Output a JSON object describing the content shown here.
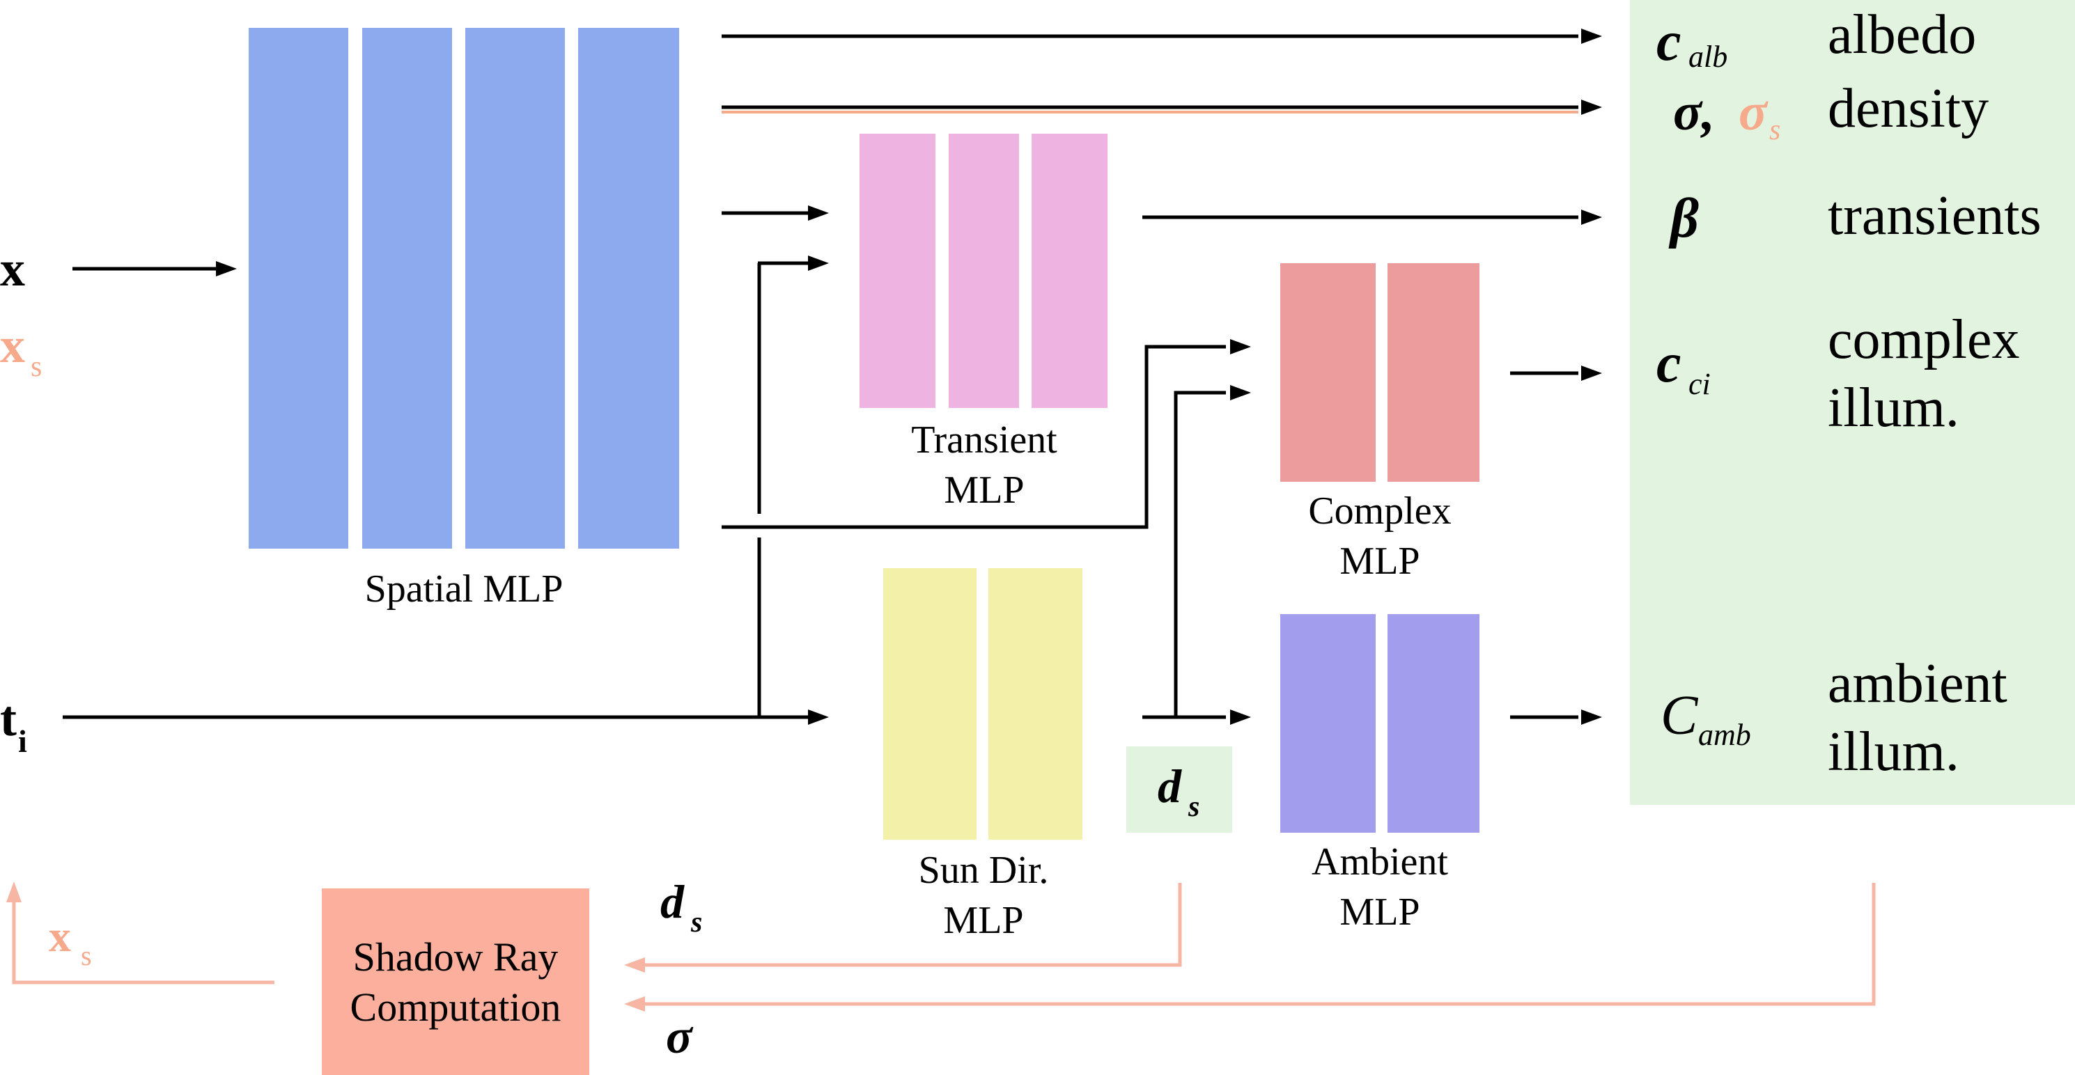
{
  "inputs": {
    "x": "x",
    "xs": "x",
    "xs_sub": "s",
    "t": "t",
    "t_sub": "i"
  },
  "blocks": {
    "spatial": "Spatial MLP",
    "transient": [
      "Transient",
      "MLP"
    ],
    "complex": [
      "Complex",
      "MLP"
    ],
    "ambient": [
      "Ambient",
      "MLP"
    ],
    "sundir": [
      "Sun Dir.",
      "MLP"
    ],
    "shadow": [
      "Shadow Ray",
      "Computation"
    ]
  },
  "signals": {
    "ds": "d",
    "ds_sub": "s",
    "ds_bottom": "d",
    "ds_bottom_sub": "s",
    "sigma_bottom": "σ",
    "xs_feedback": "x",
    "xs_feedback_sub": "s"
  },
  "outputs": {
    "c_alb": {
      "symbol": "c",
      "sub": "alb",
      "label": "albedo"
    },
    "sigma": {
      "symbol": "σ,",
      "symbol2": "σ",
      "sub2": "s",
      "label": "density"
    },
    "beta": {
      "symbol": "β",
      "label": "transients"
    },
    "c_ci": {
      "symbol": "c",
      "sub": "ci",
      "label": [
        "complex",
        "illum."
      ]
    },
    "c_amb": {
      "symbol": "C",
      "sub": "amb",
      "label": [
        "ambient",
        "illum."
      ]
    }
  },
  "colors": {
    "spatial": "#8eaaee",
    "transient": "#efb3e2",
    "complex": "#ec9c9c",
    "ambient": "#a39dee",
    "sundir": "#f3f0a9",
    "shadow": "#fcaf9c",
    "output_panel": "#e2f4e0",
    "shadow_accent": "#f7a98c",
    "feedback_arrow": "#f7b6a4"
  }
}
